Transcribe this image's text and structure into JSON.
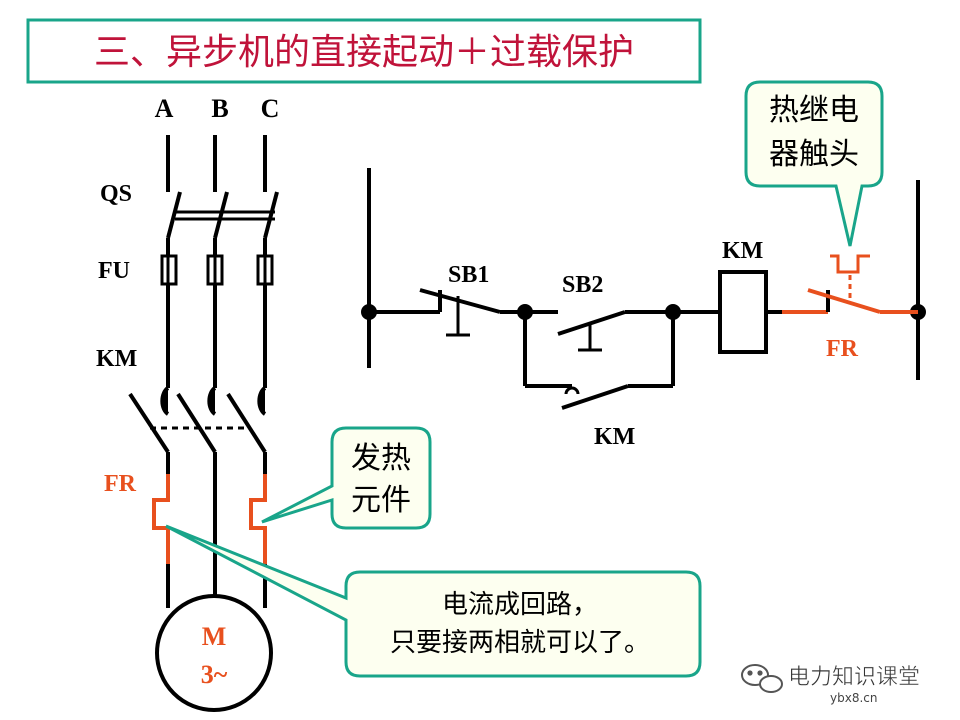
{
  "title": "三、异步机的直接起动＋过载保护",
  "phases": [
    "A",
    "B",
    "C"
  ],
  "power_labels": {
    "qs": "QS",
    "fu": "FU",
    "km": "KM",
    "fr": "FR"
  },
  "motor": {
    "line1": "M",
    "line2": "3~"
  },
  "control_labels": {
    "sb1": "SB1",
    "sb2": "SB2",
    "km_coil": "KM",
    "km_aux": "KM",
    "fr": "FR"
  },
  "callouts": {
    "thermal_contact": [
      "热继电",
      "器触头"
    ],
    "heating_element": [
      "发热",
      "元件"
    ],
    "note": [
      "电流成回路，",
      "只要接两相就可以了。"
    ]
  },
  "watermark": {
    "name": "电力知识课堂",
    "url": "ybx8.cn"
  },
  "colors": {
    "frame_green": "#19a58a",
    "overload_red": "#e8501e",
    "callout_fill": "#fdfff0",
    "ink": "#000000"
  }
}
